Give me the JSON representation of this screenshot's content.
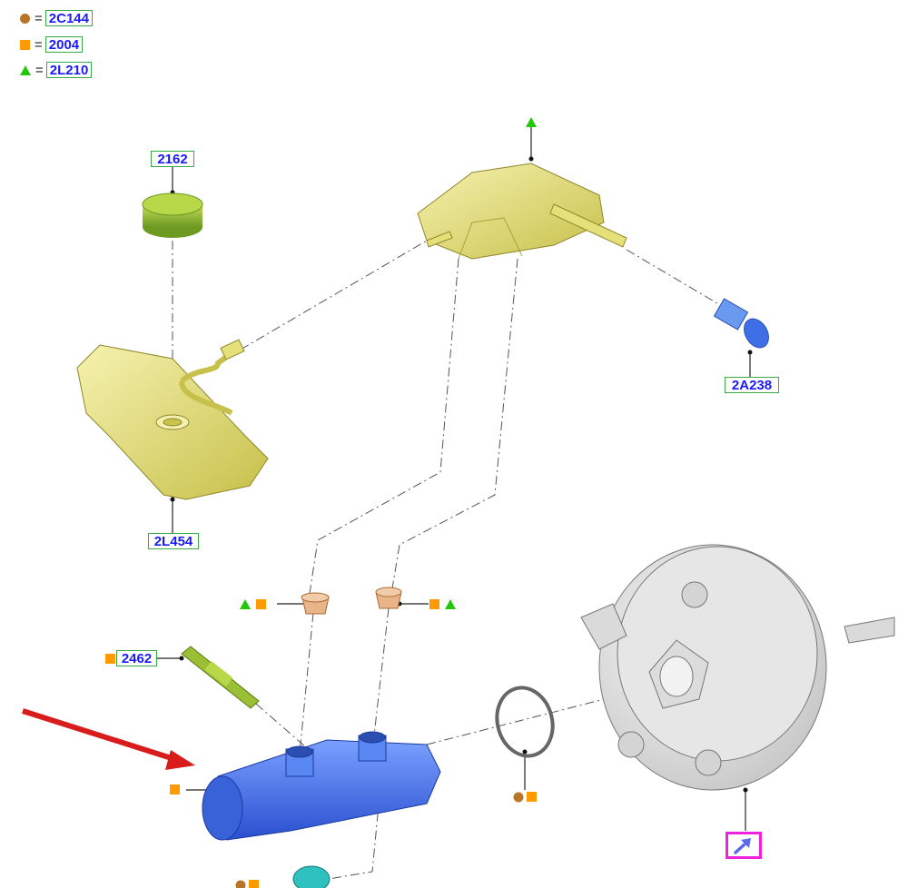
{
  "legend": [
    {
      "symbol": "circle",
      "color": "#b8752a",
      "equals": "=",
      "code": "2C144"
    },
    {
      "symbol": "square",
      "color": "#ff9b00",
      "equals": "=",
      "code": "2004"
    },
    {
      "symbol": "triangle",
      "color": "#22c60a",
      "equals": "=",
      "code": "2L210"
    }
  ],
  "callouts": {
    "cap": "2162",
    "reservoir": "2L454",
    "sensor": "2A238",
    "pin": "2462"
  },
  "colors": {
    "reservoir_yellow": "#e6e07a",
    "cap_green": "#9bbf34",
    "cylinder_blue": "#3f6fe6",
    "sensor_blue": "#5b8fe6",
    "teal_fitting": "#2fc0c0",
    "bushing_orange": "#e6b080",
    "booster_grey": "#d8d8d8",
    "arrow_red": "#d81c1c",
    "label_border": "#3aa84a",
    "label_text": "#1a1aff",
    "link_box": "#ee22dd"
  },
  "icons": {
    "link_box": "external-link-arrow-icon",
    "pointer": "red-arrow-icon"
  }
}
